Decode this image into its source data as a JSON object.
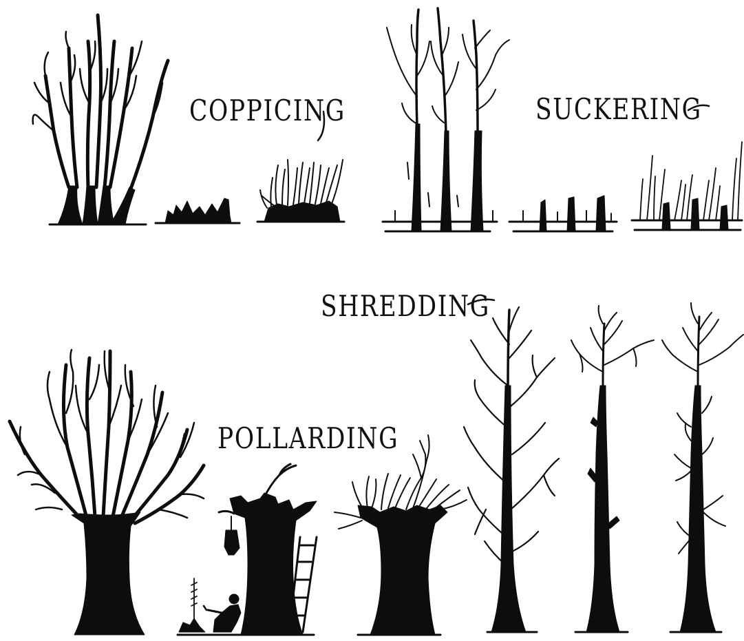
{
  "labels": {
    "coppicing": "COPPICING",
    "suckering": "SUCKERING",
    "shredding": "SHREDDING",
    "pollarding": "POLLARDING"
  },
  "ink_color": "#0d0d0d",
  "paper_color": "#ffffff"
}
